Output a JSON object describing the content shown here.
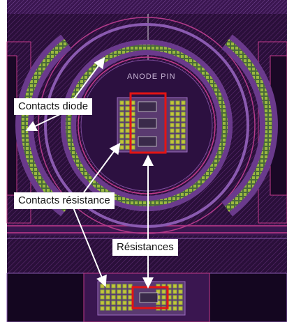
{
  "layout": {
    "anode_label": "ANODE PIN"
  },
  "callouts": {
    "diode_contacts": "Contacts diode",
    "resistor_contacts": "Contacts résistance",
    "resistors": "Résistances"
  },
  "colors": {
    "substrate": "#2a0f3a",
    "metal_violet": "#6a3a8c",
    "contact_green": "#8fb43a",
    "contact_yellow": "#c9c23a",
    "highlight_red": "#e31414",
    "annotation_white": "#ffffff",
    "outline_pink": "#c23a8a"
  }
}
